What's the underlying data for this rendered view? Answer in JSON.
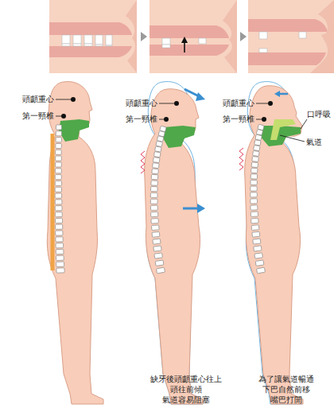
{
  "diagram": {
    "labels": [
      "頭顱重心",
      "第一頸椎",
      "頭顱重心",
      "第一頸椎",
      "頭顱重心",
      "口呼吸",
      "第一頸椎",
      "氣道",
      "缺牙後頭顱重心往上 頭往前傾 氣道容易阻塞",
      "為了讓氣道暢通 下巴自然前移 嘴巴打開"
    ]
  }
}
